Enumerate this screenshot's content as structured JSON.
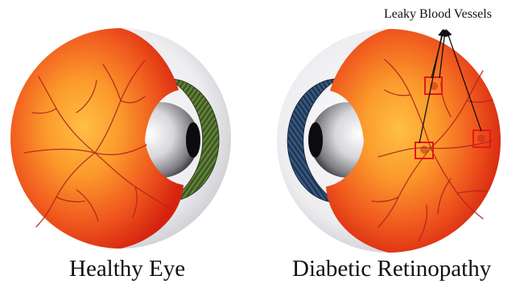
{
  "captions": {
    "left": "Healthy Eye",
    "right": "Diabetic Retinopathy"
  },
  "annotation": {
    "label": "Leaky Blood Vessels"
  },
  "colors": {
    "retina_center": "#ffb13a",
    "retina_edge": "#d9240f",
    "sclera": "#eaeaec",
    "iris_healthy": "#4e6b2e",
    "iris_diabetic": "#2f4e74",
    "vessel": "#b0251a",
    "highlight_box": "#e41818",
    "text": "#111111"
  },
  "icons": {
    "left_eye": "healthy-eye-icon",
    "right_eye": "diabetic-eye-icon"
  }
}
